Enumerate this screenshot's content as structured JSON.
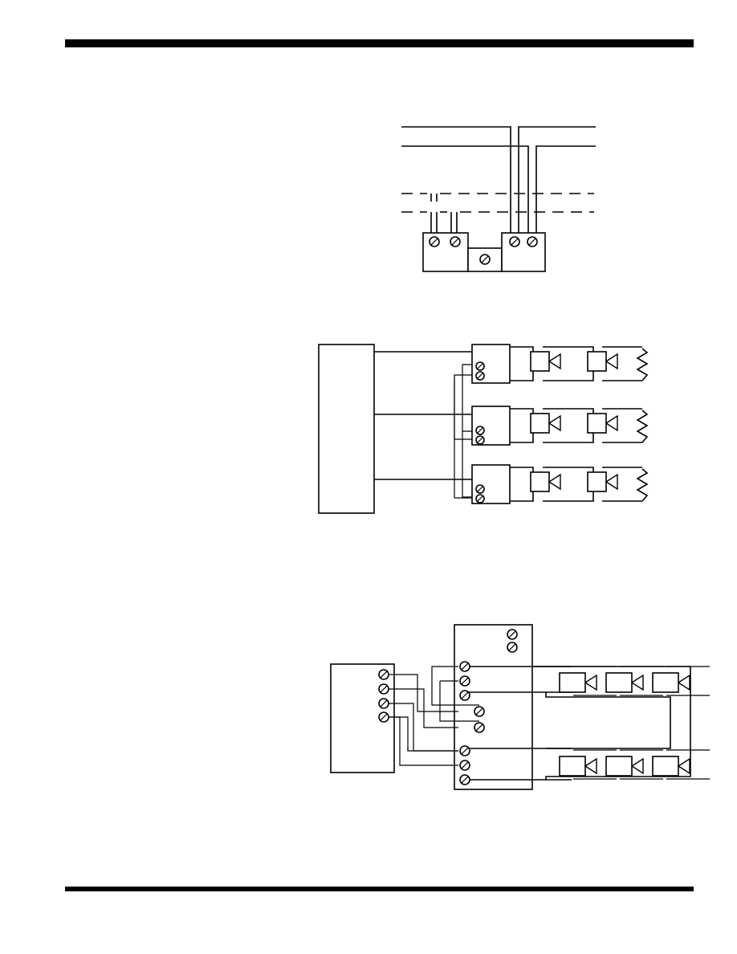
{
  "page": {
    "rules": [
      "top-rule",
      "bottom-rule"
    ]
  },
  "figures": [
    {
      "id": "figure-1",
      "components": [
        "terminal-block-left",
        "center-screw-block",
        "terminal-block-right",
        "solid-conductors",
        "dashed-conductors"
      ],
      "terminal_count": 5,
      "icons": [
        "screw-terminal-icon"
      ]
    },
    {
      "id": "figure-2",
      "components": [
        "control-panel",
        "zone-module",
        "detector",
        "end-of-line-resistor"
      ],
      "zones": 3,
      "detectors_per_zone": 2,
      "icons": [
        "detector-triangle-icon",
        "resistor-icon",
        "screw-terminal-icon"
      ]
    },
    {
      "id": "figure-3",
      "components": [
        "panel-terminal-strip",
        "interface-module",
        "detector-loop-upper",
        "detector-loop-lower"
      ],
      "panel_terminals": 4,
      "module_terminals": 10,
      "detectors_per_row": 3,
      "icons": [
        "detector-triangle-icon",
        "screw-terminal-icon"
      ]
    }
  ]
}
